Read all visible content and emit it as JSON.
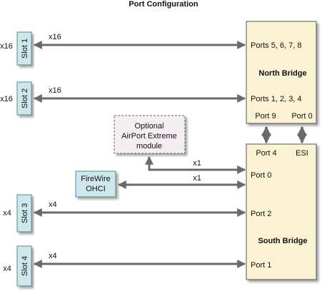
{
  "title": "Port Configuration",
  "slots": [
    {
      "label": "Slot 1",
      "side_label": "x16",
      "link_label": "x16"
    },
    {
      "label": "Slot 2",
      "side_label": "x16",
      "link_label": "x16"
    },
    {
      "label": "Slot 3",
      "side_label": "x4",
      "link_label": "x4"
    },
    {
      "label": "Slot 4",
      "side_label": "x4",
      "link_label": "x4"
    }
  ],
  "north_bridge": {
    "title": "North Bridge",
    "ports_top": "Ports 5, 6, 7, 8",
    "ports_mid": "Ports 1, 2, 3, 4",
    "port_9": "Port 9",
    "port_0": "Port 0"
  },
  "south_bridge": {
    "title": "South Bridge",
    "port_4": "Port 4",
    "esi": "ESI",
    "port_0": "Port 0",
    "port_2": "Port 2",
    "port_1": "Port 1"
  },
  "airport": {
    "line1": "Optional",
    "line2": "AirPort Extreme",
    "line3": "module",
    "link_label": "x1"
  },
  "firewire": {
    "line1": "FireWire",
    "line2": "OHCI",
    "link_label": "x1"
  },
  "colors": {
    "slot_fill": "#cde7ea",
    "slot_stroke": "#4d8e99",
    "chip_fill": "#fbf2d4",
    "chip_stroke": "#555555",
    "firewire_fill": "#cde7ea",
    "airport_fill": "#f4edf2",
    "arrow": "#6a6a6a"
  }
}
